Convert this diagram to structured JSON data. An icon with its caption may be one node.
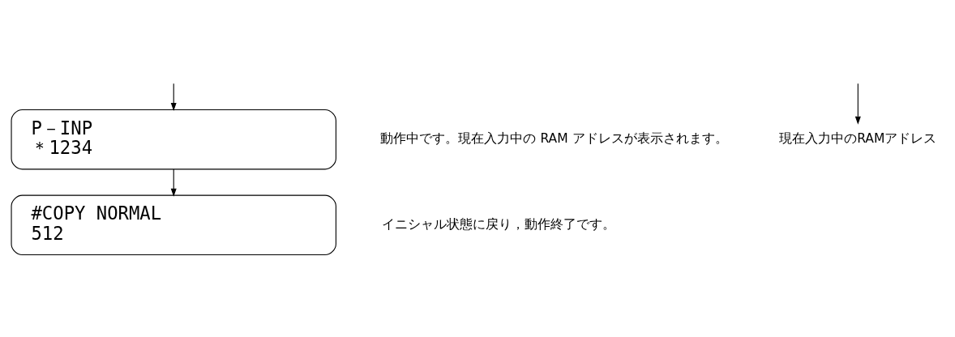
{
  "diagram": {
    "nodes": [
      {
        "text": [
          "P－INP",
          "＊1234"
        ],
        "beside": [
          "動作中です。現在入力中の RAM アドレスが表示されます。"
        ]
      },
      {
        "text": [
          "#COPY NORMAL",
          "512"
        ],
        "beside": [
          "イニシャル状態に戻り，動作終了です。"
        ]
      },
      {
        "text": [
          "現在入力中のRAMアドレス"
        ]
      }
    ],
    "edges": [
      {
        "from": null,
        "to": 0,
        "arrow": "to"
      },
      {
        "from": 0,
        "to": 1,
        "arrow": "to"
      },
      {
        "from": null,
        "to": 2,
        "arrow": "to"
      }
    ]
  }
}
